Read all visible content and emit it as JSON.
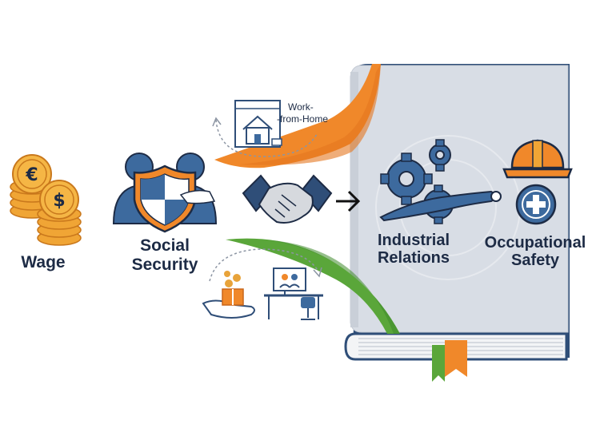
{
  "labels": {
    "wage": "Wage",
    "social_security_line1": "Social",
    "social_security_line2": "Security",
    "work_from_home_line1": "Work-",
    "work_from_home_line2": "-from-Home",
    "industrial_relations_line1": "Industrial",
    "industrial_relations_line2": "Relations",
    "occupational_safety_line1": "Occupational",
    "occupational_safety_line2": "Safety"
  },
  "icons": [
    "euro-coin-stack-icon",
    "dollar-coin-stack-icon",
    "people-shield-icon",
    "handshake-icon",
    "arrow-right-icon",
    "house-window-icon",
    "gift-hand-icon",
    "desk-computer-icon",
    "gears-icon",
    "hard-hat-icon",
    "medical-cross-icon",
    "book-icon",
    "bookmark-ribbon-icon"
  ],
  "colors": {
    "navy": "#1d2b45",
    "blue": "#3d6a9e",
    "orange": "#f0882a",
    "green": "#5aa63a",
    "book_cover": "#d9dee6",
    "gold": "#e8a33a"
  }
}
